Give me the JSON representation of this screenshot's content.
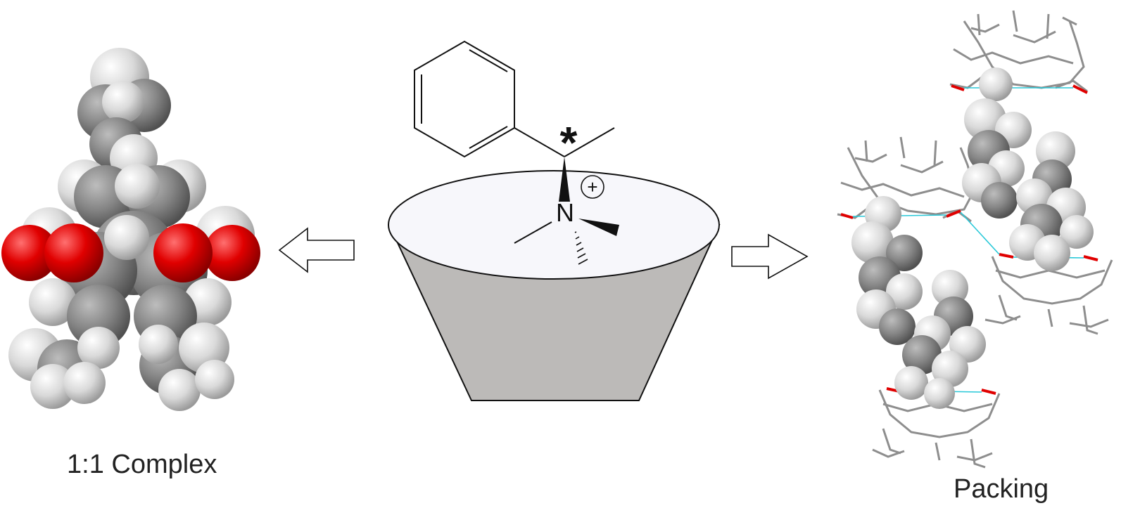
{
  "labels": {
    "complex": "1:1 Complex",
    "packing": "Packing",
    "nitrogen": "N",
    "charge": "+",
    "stereocenter": "*"
  },
  "colors": {
    "oxygen": "#e00000",
    "carbon": "#8a8a8a",
    "hydrogen": "#dcdcdc",
    "bowl_side": "#bcbab8",
    "bowl_rim": "#f7f7fb",
    "hbond": "#28c8d8",
    "stroke": "#111111"
  }
}
